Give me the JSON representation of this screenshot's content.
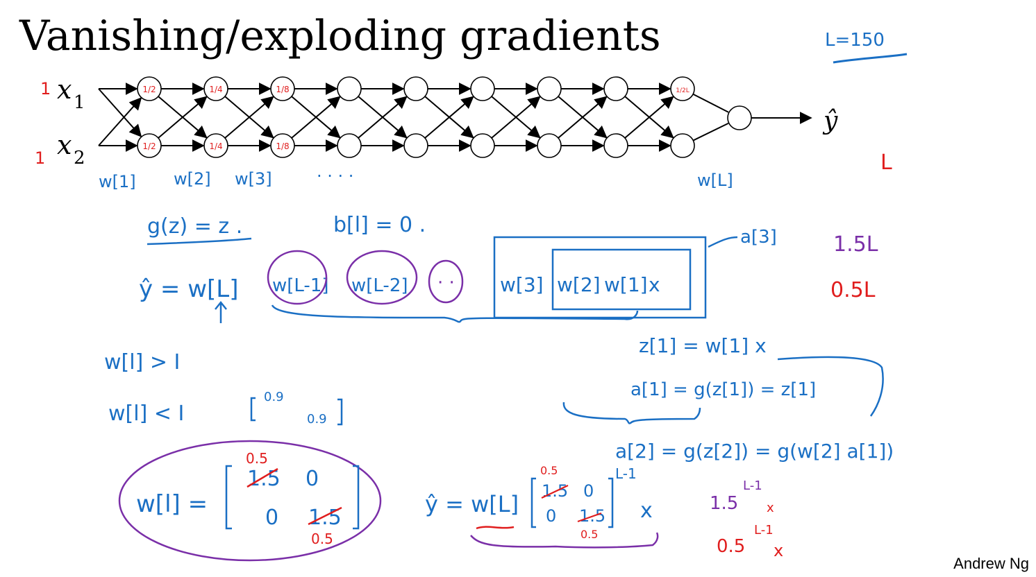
{
  "slide": {
    "title": "Vanishing/exploding gradients",
    "credit": "Andrew Ng",
    "colors": {
      "black": "#000000",
      "blue": "#1a6fc4",
      "red": "#e01d1d",
      "purple": "#7a2fa8"
    }
  },
  "network": {
    "inputs": [
      {
        "label": "x",
        "sub": "1",
        "note": "1"
      },
      {
        "label": "x",
        "sub": "2",
        "note": "1"
      }
    ],
    "output_label": "ŷ",
    "hidden_layer_count": 9,
    "node_annotations_top": [
      "1/2",
      "1/4",
      "1/8",
      "",
      "",
      "",
      "",
      "",
      "1/2L"
    ],
    "node_annotations_bottom": [
      "1/2",
      "1/4",
      "1/8",
      "",
      "",
      "",
      "",
      "",
      ""
    ],
    "weight_labels": [
      "w[1]",
      "w[2]",
      "w[3]",
      "· · · ·",
      "w[L]"
    ]
  },
  "notes": {
    "L_value": "L=150",
    "L_red": "L",
    "purple_exp": "1.5L",
    "red_exp": "0.5L",
    "activation": "g(z) = z .",
    "bias": "b[l] = 0 .",
    "yhat_product": [
      "ŷ = w[L]",
      "w[L-1]",
      "w[L-2]",
      "· ·",
      "w[3]",
      "w[2]",
      "w[1]",
      "x"
    ],
    "a3_label": "a[3]",
    "z1_eq": "z[1] = w[1] x",
    "a1_eq": "a[1] = g(z[1]) = z[1]",
    "a2_eq": "a[2] = g(z[2]) = g(w[2] a[1])",
    "w_gt_I": "w[l] > I",
    "w_lt_I": "w[l] < I",
    "matrix_small": [
      "0.9",
      "0.9"
    ],
    "w_matrix_label": "w[l] =",
    "w_matrix": [
      [
        "1.5",
        "0"
      ],
      [
        "0",
        "1.5"
      ]
    ],
    "w_matrix_red": [
      "0.5",
      "0.5"
    ],
    "yhat_expansion_label": "ŷ = w[L]",
    "yhat_matrix": [
      [
        "1.5",
        "0"
      ],
      [
        "0",
        "1.5"
      ]
    ],
    "yhat_matrix_red": [
      "0.5",
      "0.5"
    ],
    "yhat_exponent": "L-1",
    "yhat_x": "x",
    "purple_result": "1.5",
    "purple_result_exp": "L-1",
    "purple_result_x": "x",
    "red_result": "0.5",
    "red_result_exp": "L-1",
    "red_result_x": "x"
  }
}
